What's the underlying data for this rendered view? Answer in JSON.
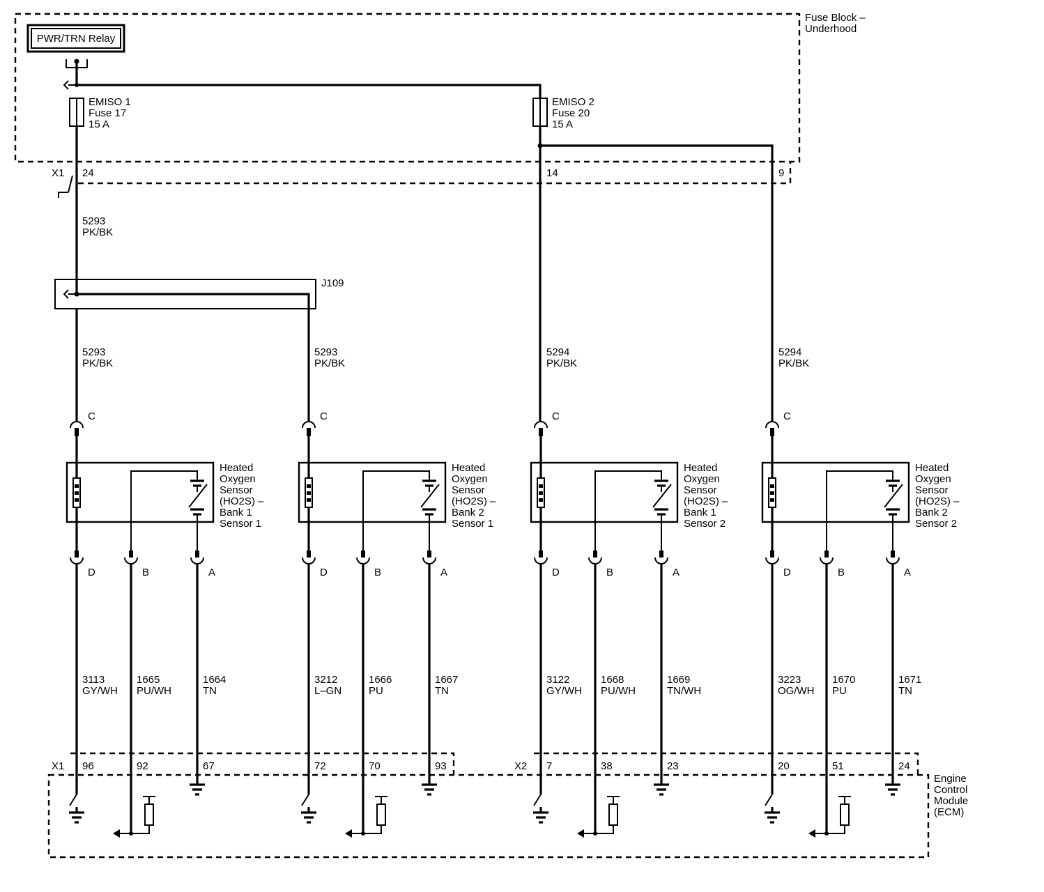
{
  "relay": {
    "label": "PWR/TRN Relay"
  },
  "fuse_block": {
    "label_line1": "Fuse Block –",
    "label_line2": "Underhood"
  },
  "fuses": [
    {
      "line1": "EMISO 1",
      "line2": "Fuse 17",
      "line3": "15 A"
    },
    {
      "line1": "EMISO 2",
      "line2": "Fuse 20",
      "line3": "15 A"
    }
  ],
  "fuse_block_connector": {
    "name": "X1",
    "pins": [
      "24",
      "14",
      "9"
    ]
  },
  "top_wire": {
    "circuit": "5293",
    "color": "PK/BK"
  },
  "splice": {
    "label": "J109"
  },
  "feed_wires": [
    {
      "circuit": "5293",
      "color": "PK/BK"
    },
    {
      "circuit": "5293",
      "color": "PK/BK"
    },
    {
      "circuit": "5294",
      "color": "PK/BK"
    },
    {
      "circuit": "5294",
      "color": "PK/BK"
    }
  ],
  "sensors": [
    {
      "name_lines": [
        "Heated",
        "Oxygen",
        "Sensor",
        "(HO2S)  –",
        "Bank 1",
        "Sensor 1"
      ],
      "pin_c": "C",
      "pins": [
        "D",
        "B",
        "A"
      ],
      "wires": [
        {
          "circuit": "3113",
          "color": "GY/WH"
        },
        {
          "circuit": "1665",
          "color": "PU/WH"
        },
        {
          "circuit": "1664",
          "color": "TN"
        }
      ],
      "ecm_pins": [
        "96",
        "92",
        "67"
      ]
    },
    {
      "name_lines": [
        "Heated",
        "Oxygen",
        "Sensor",
        "(HO2S)  –",
        "Bank 2",
        "Sensor 1"
      ],
      "pin_c": "C",
      "pins": [
        "D",
        "B",
        "A"
      ],
      "wires": [
        {
          "circuit": "3212",
          "color": "L–GN"
        },
        {
          "circuit": "1666",
          "color": "PU"
        },
        {
          "circuit": "1667",
          "color": "TN"
        }
      ],
      "ecm_pins": [
        "72",
        "70",
        "93"
      ]
    },
    {
      "name_lines": [
        "Heated",
        "Oxygen",
        "Sensor",
        "(HO2S)  –",
        "Bank 1",
        "Sensor 2"
      ],
      "pin_c": "C",
      "pins": [
        "D",
        "B",
        "A"
      ],
      "wires": [
        {
          "circuit": "3122",
          "color": "GY/WH"
        },
        {
          "circuit": "1668",
          "color": "PU/WH"
        },
        {
          "circuit": "1669",
          "color": "TN/WH"
        }
      ],
      "ecm_pins": [
        "7",
        "38",
        "23"
      ]
    },
    {
      "name_lines": [
        "Heated",
        "Oxygen",
        "Sensor",
        "(HO2S)  –",
        "Bank 2",
        "Sensor 2"
      ],
      "pin_c": "C",
      "pins": [
        "D",
        "B",
        "A"
      ],
      "wires": [
        {
          "circuit": "3223",
          "color": "OG/WH"
        },
        {
          "circuit": "1670",
          "color": "PU"
        },
        {
          "circuit": "1671",
          "color": "TN"
        }
      ],
      "ecm_pins": [
        "20",
        "51",
        "24"
      ]
    }
  ],
  "ecm_connectors": [
    "X1",
    "X2"
  ],
  "ecm": {
    "label_lines": [
      "Engine",
      "Control",
      "Module",
      "(ECM)"
    ]
  }
}
